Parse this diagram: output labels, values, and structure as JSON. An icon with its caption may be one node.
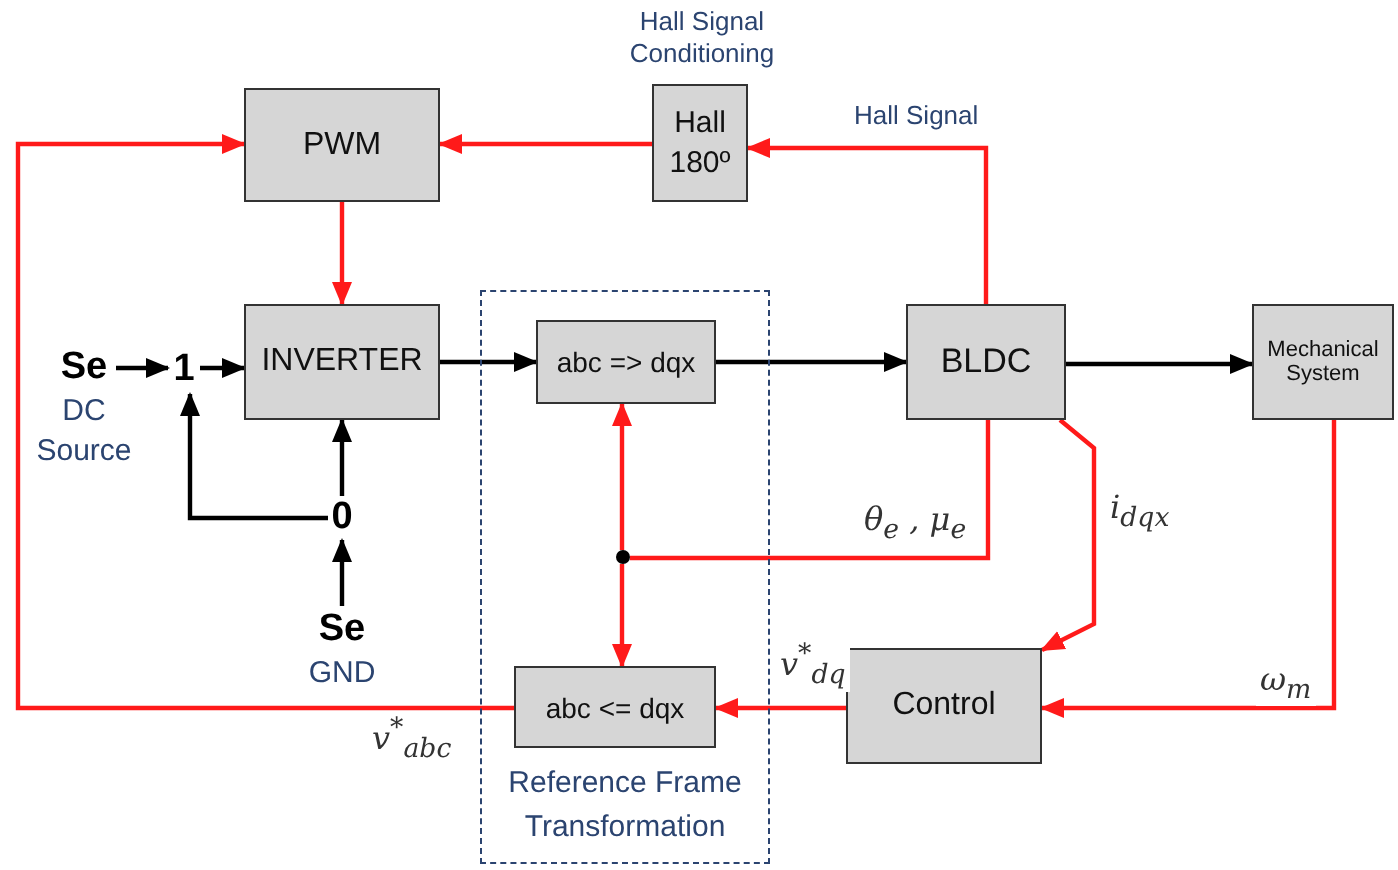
{
  "diagram": {
    "nodes": [
      {
        "text": [
          "PWM"
        ]
      },
      {
        "text": [
          "Hall Signal Conditioning",
          "Hall 180º"
        ]
      },
      {
        "text": [
          "Se"
        ],
        "beside": [
          "DC Source"
        ]
      },
      {
        "text": [
          "1"
        ]
      },
      {
        "text": [
          "INVERTER"
        ]
      },
      {
        "text": [
          "Reference Frame Transformation"
        ]
      },
      {
        "text": [
          "abc => dqx"
        ],
        "in": 5
      },
      {
        "text": [],
        "shape": "circle",
        "in": 5
      },
      {
        "text": [
          "abc <= dqx"
        ],
        "in": 5
      },
      {
        "text": [
          "BLDC"
        ]
      },
      {
        "text": [
          "Mechanical System"
        ]
      },
      {
        "text": [
          "0"
        ]
      },
      {
        "text": [
          "Se"
        ],
        "beside": [
          "GND"
        ]
      },
      {
        "text": [
          "Control"
        ]
      }
    ],
    "edges": [
      {
        "from": 2,
        "to": 3,
        "arrow": "to",
        "color": "#000000"
      },
      {
        "from": 3,
        "to": 4,
        "arrow": "to",
        "color": "#000000"
      },
      {
        "from": 11,
        "to": 3,
        "arrow": "to",
        "color": "#000000"
      },
      {
        "from": 11,
        "to": 4,
        "arrow": "to",
        "color": "#000000"
      },
      {
        "from": 12,
        "to": 11,
        "arrow": "to",
        "color": "#000000"
      },
      {
        "from": 4,
        "to": 6,
        "arrow": "to",
        "color": "#000000"
      },
      {
        "from": 6,
        "to": 9,
        "arrow": "to",
        "color": "#000000"
      },
      {
        "from": 9,
        "to": 10,
        "arrow": "to",
        "color": "#000000"
      },
      {
        "from": 0,
        "to": 4,
        "arrow": "to"
      },
      {
        "from": 1,
        "to": 0,
        "arrow": "to"
      },
      {
        "from": 9,
        "to": 1,
        "arrow": "to",
        "label": "Hall Signal"
      },
      {
        "from": 9,
        "to": 7,
        "arrow": "none",
        "label": "θ$_{e}$ , μ$_{e}$"
      },
      {
        "from": 7,
        "to": 6,
        "arrow": "to"
      },
      {
        "from": 7,
        "to": 8,
        "arrow": "to"
      },
      {
        "from": 9,
        "to": 13,
        "arrow": "to",
        "label": "i$_{dqx}$"
      },
      {
        "from": 10,
        "to": 13,
        "arrow": "to",
        "label": "ω$_{m}$"
      },
      {
        "from": 13,
        "to": 8,
        "arrow": "to",
        "label": "v$^{*}$$_{dq}$"
      },
      {
        "from": 8,
        "to": 0,
        "arrow": "to",
        "label": "v$^{*}$$_{abc}$"
      }
    ]
  }
}
